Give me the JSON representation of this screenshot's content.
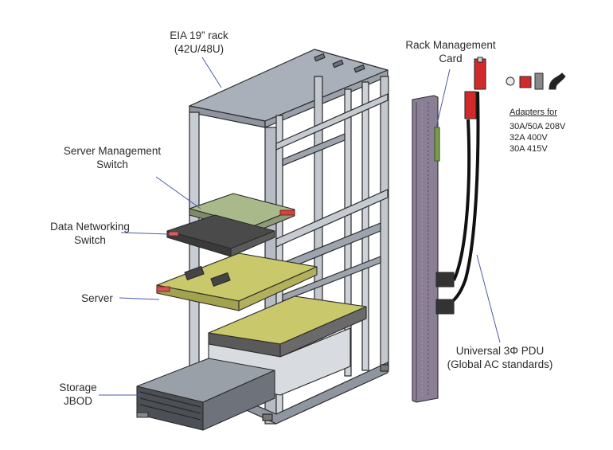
{
  "labels": {
    "rack": "EIA 19” rack\n(42U/48U)",
    "server_mgmt_switch": "Server Management\nSwitch",
    "data_switch": "Data Networking\nSwitch",
    "server": "Server",
    "storage": "Storage\nJBOD",
    "rack_mgmt_card": "Rack Management\nCard",
    "pdu": "Universal 3Φ PDU\n(Global AC standards)"
  },
  "adapters": {
    "heading": "Adapters for",
    "lines": [
      "30A/50A 208V",
      "32A 400V",
      "30A 415V"
    ]
  },
  "colors": {
    "outline": "#2a2a2a",
    "frame": "#b9bec6",
    "frame_dark": "#7d848f",
    "server_green": "#c9c86a",
    "switch_green": "#a9b98a",
    "pdu_purple": "#8a7f95",
    "plug_red": "#d22a2a",
    "leader": "#4a5aa8"
  }
}
